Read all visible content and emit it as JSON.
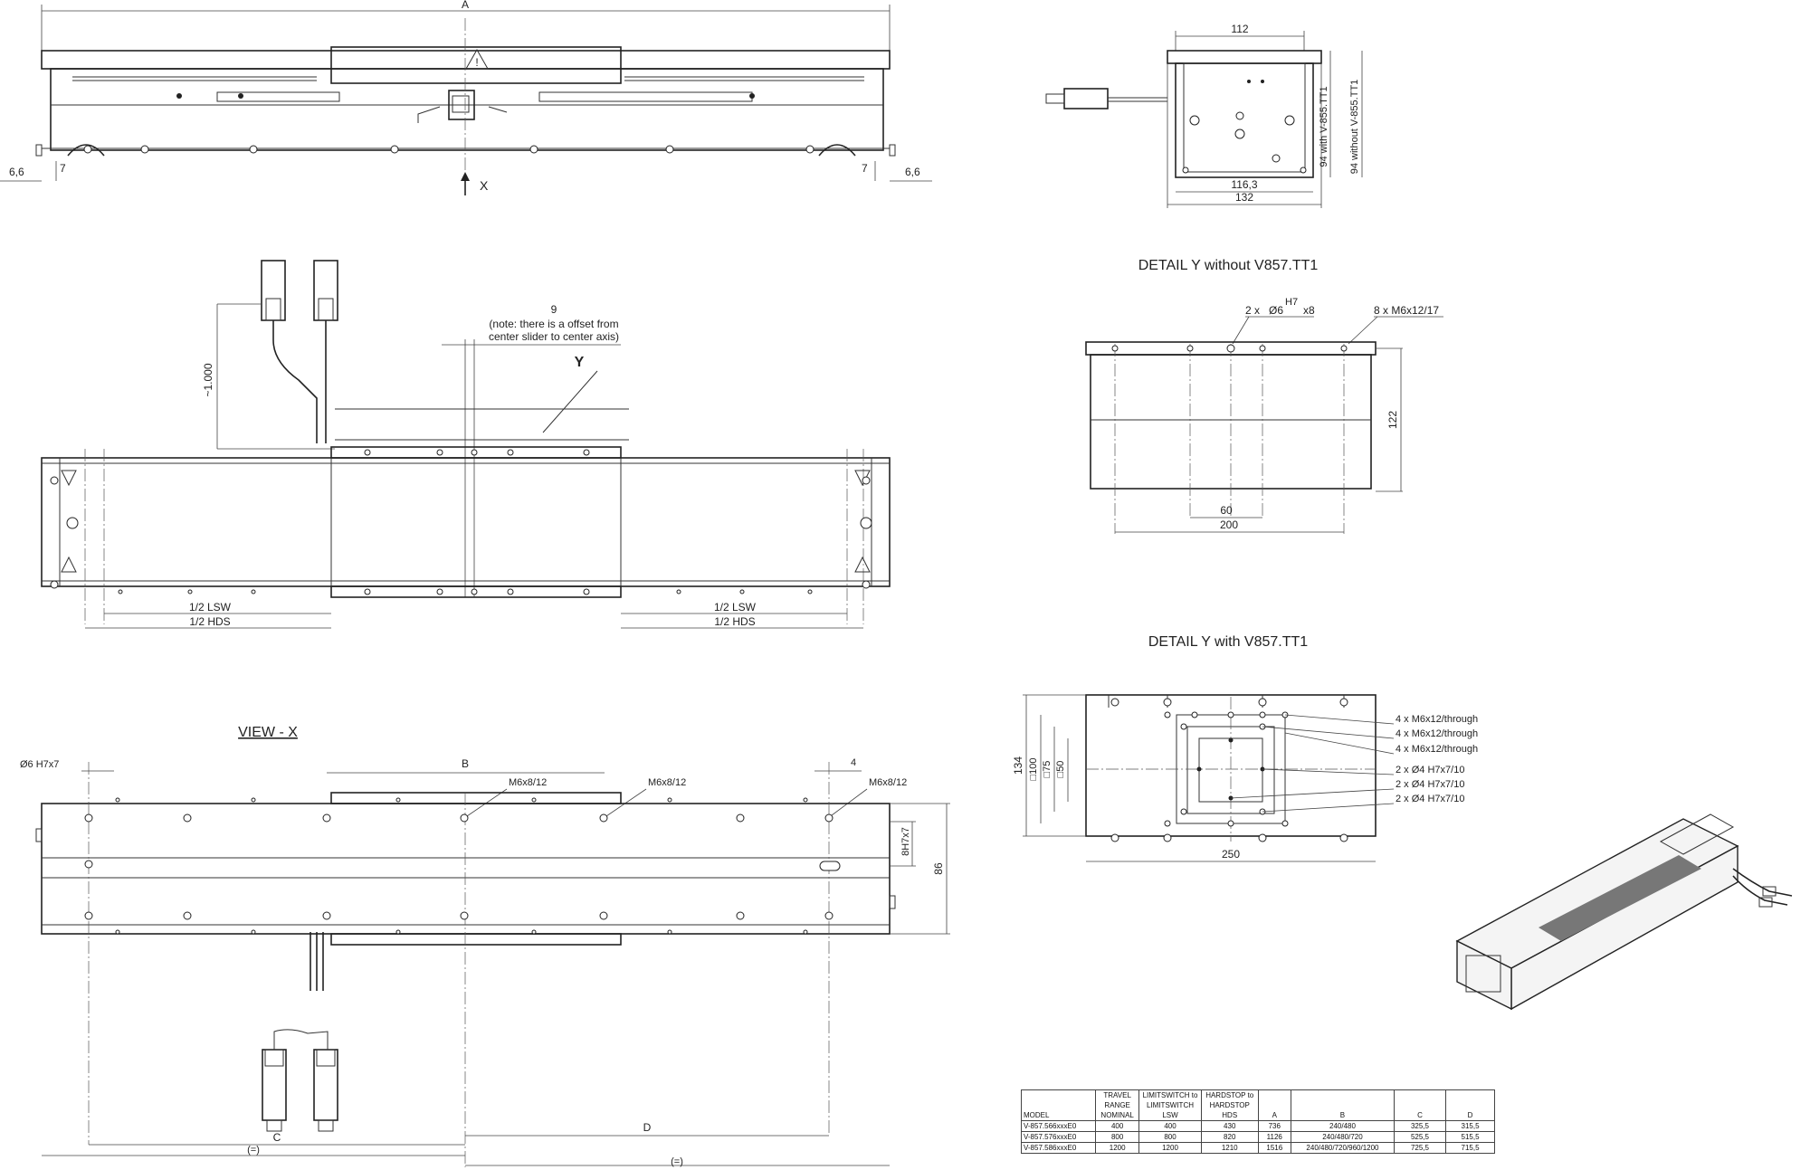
{
  "top_view": {
    "dim_a": "A",
    "dim_left_gap": "6,6",
    "dim_left_h": "7",
    "dim_right_h": "7",
    "dim_right_gap": "6,6",
    "view_arrow_label": "X"
  },
  "end_view": {
    "dim_top": "112",
    "dim_inner": "116,3",
    "dim_outer": "132",
    "dim_h_with": "94 with V-855.TT1",
    "dim_h_without": "94 without V-855.TT1"
  },
  "front_view": {
    "cable_length": "~1.000",
    "offset_value": "9",
    "offset_note_line1": "(note: there is a offset from",
    "offset_note_line2": "center slider to center axis)",
    "detail_marker": "Y",
    "left_lsw": "1/2 LSW",
    "left_hds": "1/2 HDS",
    "right_lsw": "1/2 LSW",
    "right_hds": "1/2 HDS"
  },
  "detail_y_without": {
    "title": "DETAIL Y without V857.TT1",
    "label_holes_prefix": "2 x",
    "label_holes_dia": "Ø6",
    "label_holes_fit": "H7",
    "label_holes_depth": "x8",
    "label_threads": "8 x M6x12/17",
    "dim_height": "122",
    "dim_60": "60",
    "dim_200": "200"
  },
  "detail_y_with": {
    "title": "DETAIL Y with V857.TT1",
    "dim_134": "134",
    "dim_100": "□100",
    "dim_75": "□75",
    "dim_50": "□50",
    "dim_250": "250",
    "callouts": [
      "4 x M6x12/through",
      "4 x M6x12/through",
      "4 x M6x12/through",
      "2 x  Ø4 H7x7/10",
      "2 x  Ø4 H7x7/10",
      "2 x  Ø4 H7x7/10"
    ]
  },
  "view_x": {
    "title": "VIEW - X",
    "pin_label": "Ø6 H7x7",
    "dim_b": "B",
    "thread_1": "M6x8/12",
    "thread_2": "M6x8/12",
    "thread_3": "M6x8/12",
    "dim_4": "4",
    "dim_8h7": "8H7x7",
    "dim_86": "86",
    "dim_c": "C",
    "dim_d": "D",
    "dim_eq1": "(=)",
    "dim_eq2": "(=)"
  },
  "spec_table": {
    "headers": [
      "MODEL",
      "TRAVEL RANGE NOMINAL",
      "LIMITSWITCH to LIMITSWITCH LSW",
      "HARDSTOP to HARDSTOP HDS",
      "A",
      "B",
      "C",
      "D"
    ],
    "rows": [
      [
        "V-857.566xxxE0",
        "400",
        "400",
        "430",
        "736",
        "240/480",
        "325,5",
        "315,5"
      ],
      [
        "V-857.576xxxE0",
        "800",
        "800",
        "820",
        "1126",
        "240/480/720",
        "525,5",
        "515,5"
      ],
      [
        "V-857.586xxxE0",
        "1200",
        "1200",
        "1210",
        "1516",
        "240/480/720/960/1200",
        "725,5",
        "715,5"
      ]
    ]
  }
}
